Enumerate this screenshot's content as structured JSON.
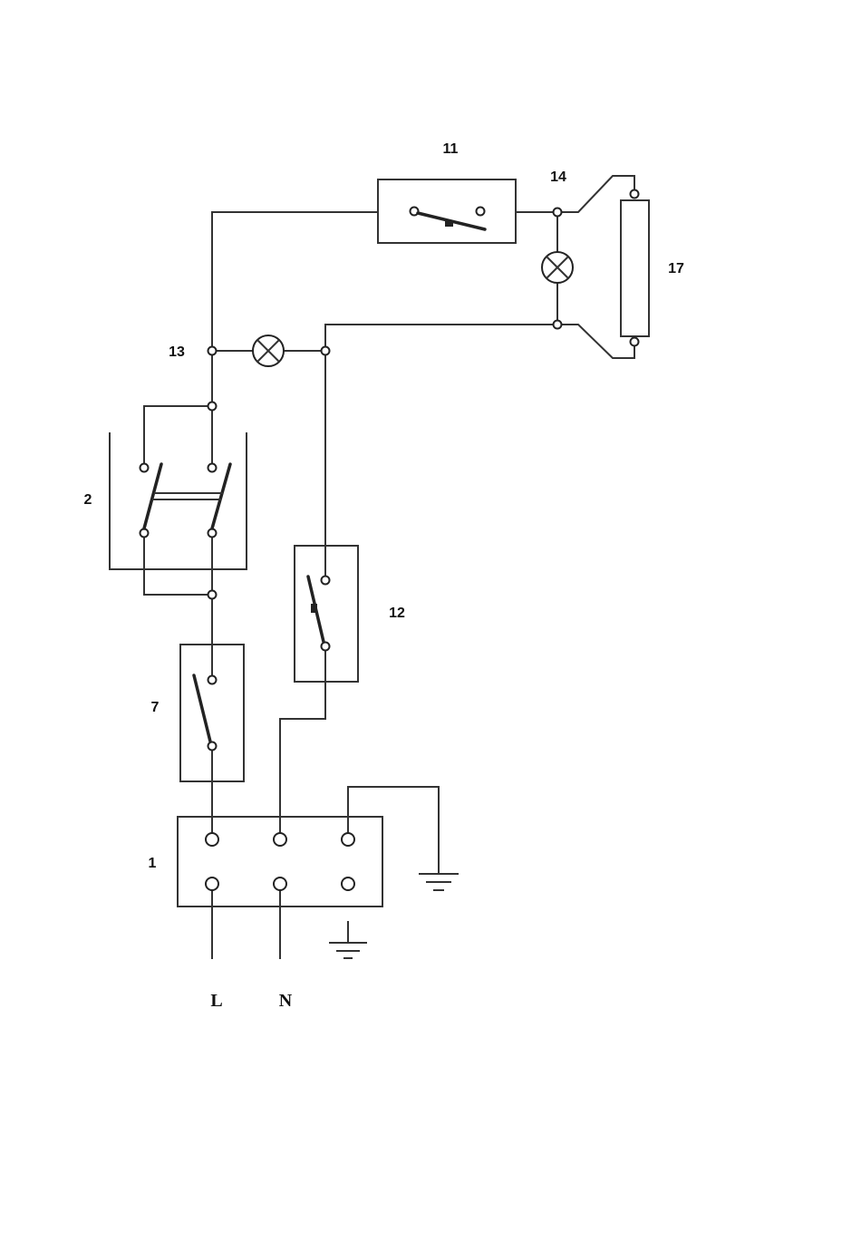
{
  "labels": {
    "terminal_block": "1",
    "double_switch": "2",
    "switch_7": "7",
    "component_11": "11",
    "component_12": "12",
    "node_13": "13",
    "node_14": "14",
    "tube_17": "17",
    "line": "L",
    "neutral": "N"
  },
  "icons": {
    "lamp": "lamp-icon",
    "ground": "ground-icon"
  }
}
